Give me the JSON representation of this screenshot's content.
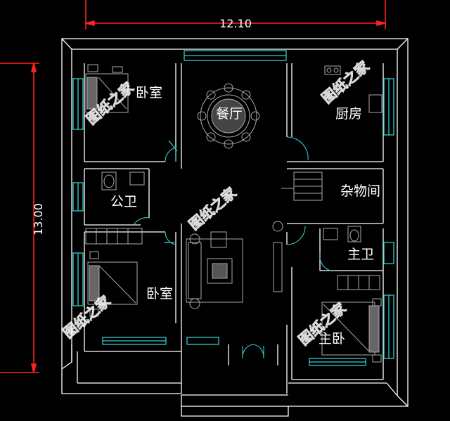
{
  "dimensions": {
    "width": "12.10",
    "height": "13.00"
  },
  "rooms": {
    "bedroom_top_left": "卧室",
    "dining": "餐厅",
    "kitchen": "厨房",
    "public_bath": "公卫",
    "storage": "杂物间",
    "master_bath": "主卫",
    "bedroom_left": "卧室",
    "master_bedroom": "主卧"
  },
  "watermarks": [
    "图纸之家",
    "图纸之家",
    "图纸之家",
    "图纸之家",
    "图纸之家"
  ],
  "colors": {
    "background": "#000000",
    "walls": "#ffffff",
    "dimension_red": "#ff2222",
    "window_cyan": "#33cccc",
    "furniture": "#aaaaaa",
    "text": "#ffffff"
  }
}
